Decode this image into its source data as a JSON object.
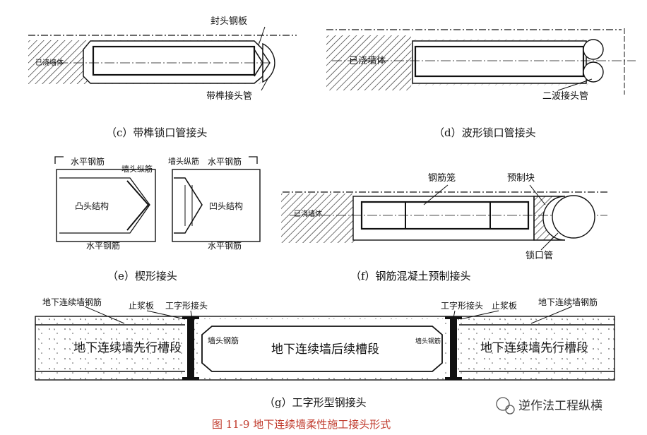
{
  "panels": {
    "c": {
      "caption": "（c）带榫锁口管接头",
      "label_plate": "封头钢板",
      "label_pipe": "带榫接头管",
      "label_wall": "已浇墙体"
    },
    "d": {
      "caption": "（d）波形锁口管接头",
      "label_wall": "已浇墙体",
      "label_pipe": "二波接头管"
    },
    "e": {
      "caption": "（e）楔形接头",
      "label_h_rebar_tl": "水平钢筋",
      "label_end_rebar_l": "墙头纵筋",
      "label_end_rebar_r": "墙头纵筋",
      "label_h_rebar_tr": "水平钢筋",
      "label_convex": "凸头结构",
      "label_concave": "凹头结构",
      "label_h_rebar_bl": "水平钢筋",
      "label_h_rebar_br": "水平钢筋"
    },
    "f": {
      "caption": "（f）钢筋混凝土预制接头",
      "label_cage": "钢筋笼",
      "label_block": "预制块",
      "label_wall": "已浇墙体",
      "label_pipe": "锁口管"
    },
    "g": {
      "caption": "（g）工字形型钢接头",
      "label_rebar_l": "地下连续墙钢筋",
      "label_plate_l": "止浆板",
      "label_ibeam_l": "工字形接头",
      "label_ibeam_r": "工字形接头",
      "label_plate_r": "止浆板",
      "label_rebar_r": "地下连续墙钢筋",
      "label_end_rebar_l": "墙头钢筋",
      "label_end_rebar_r": "墙头钢筋",
      "label_first_l": "地下连续墙先行槽段",
      "label_later": "地下连续墙后续槽段",
      "label_first_r": "地下连续墙先行槽段"
    }
  },
  "figure_title": "图 11-9  地下连续墙柔性施工接头形式",
  "watermark": "逆作法工程纵横",
  "colors": {
    "title": "#c0392b",
    "line": "#111111"
  }
}
